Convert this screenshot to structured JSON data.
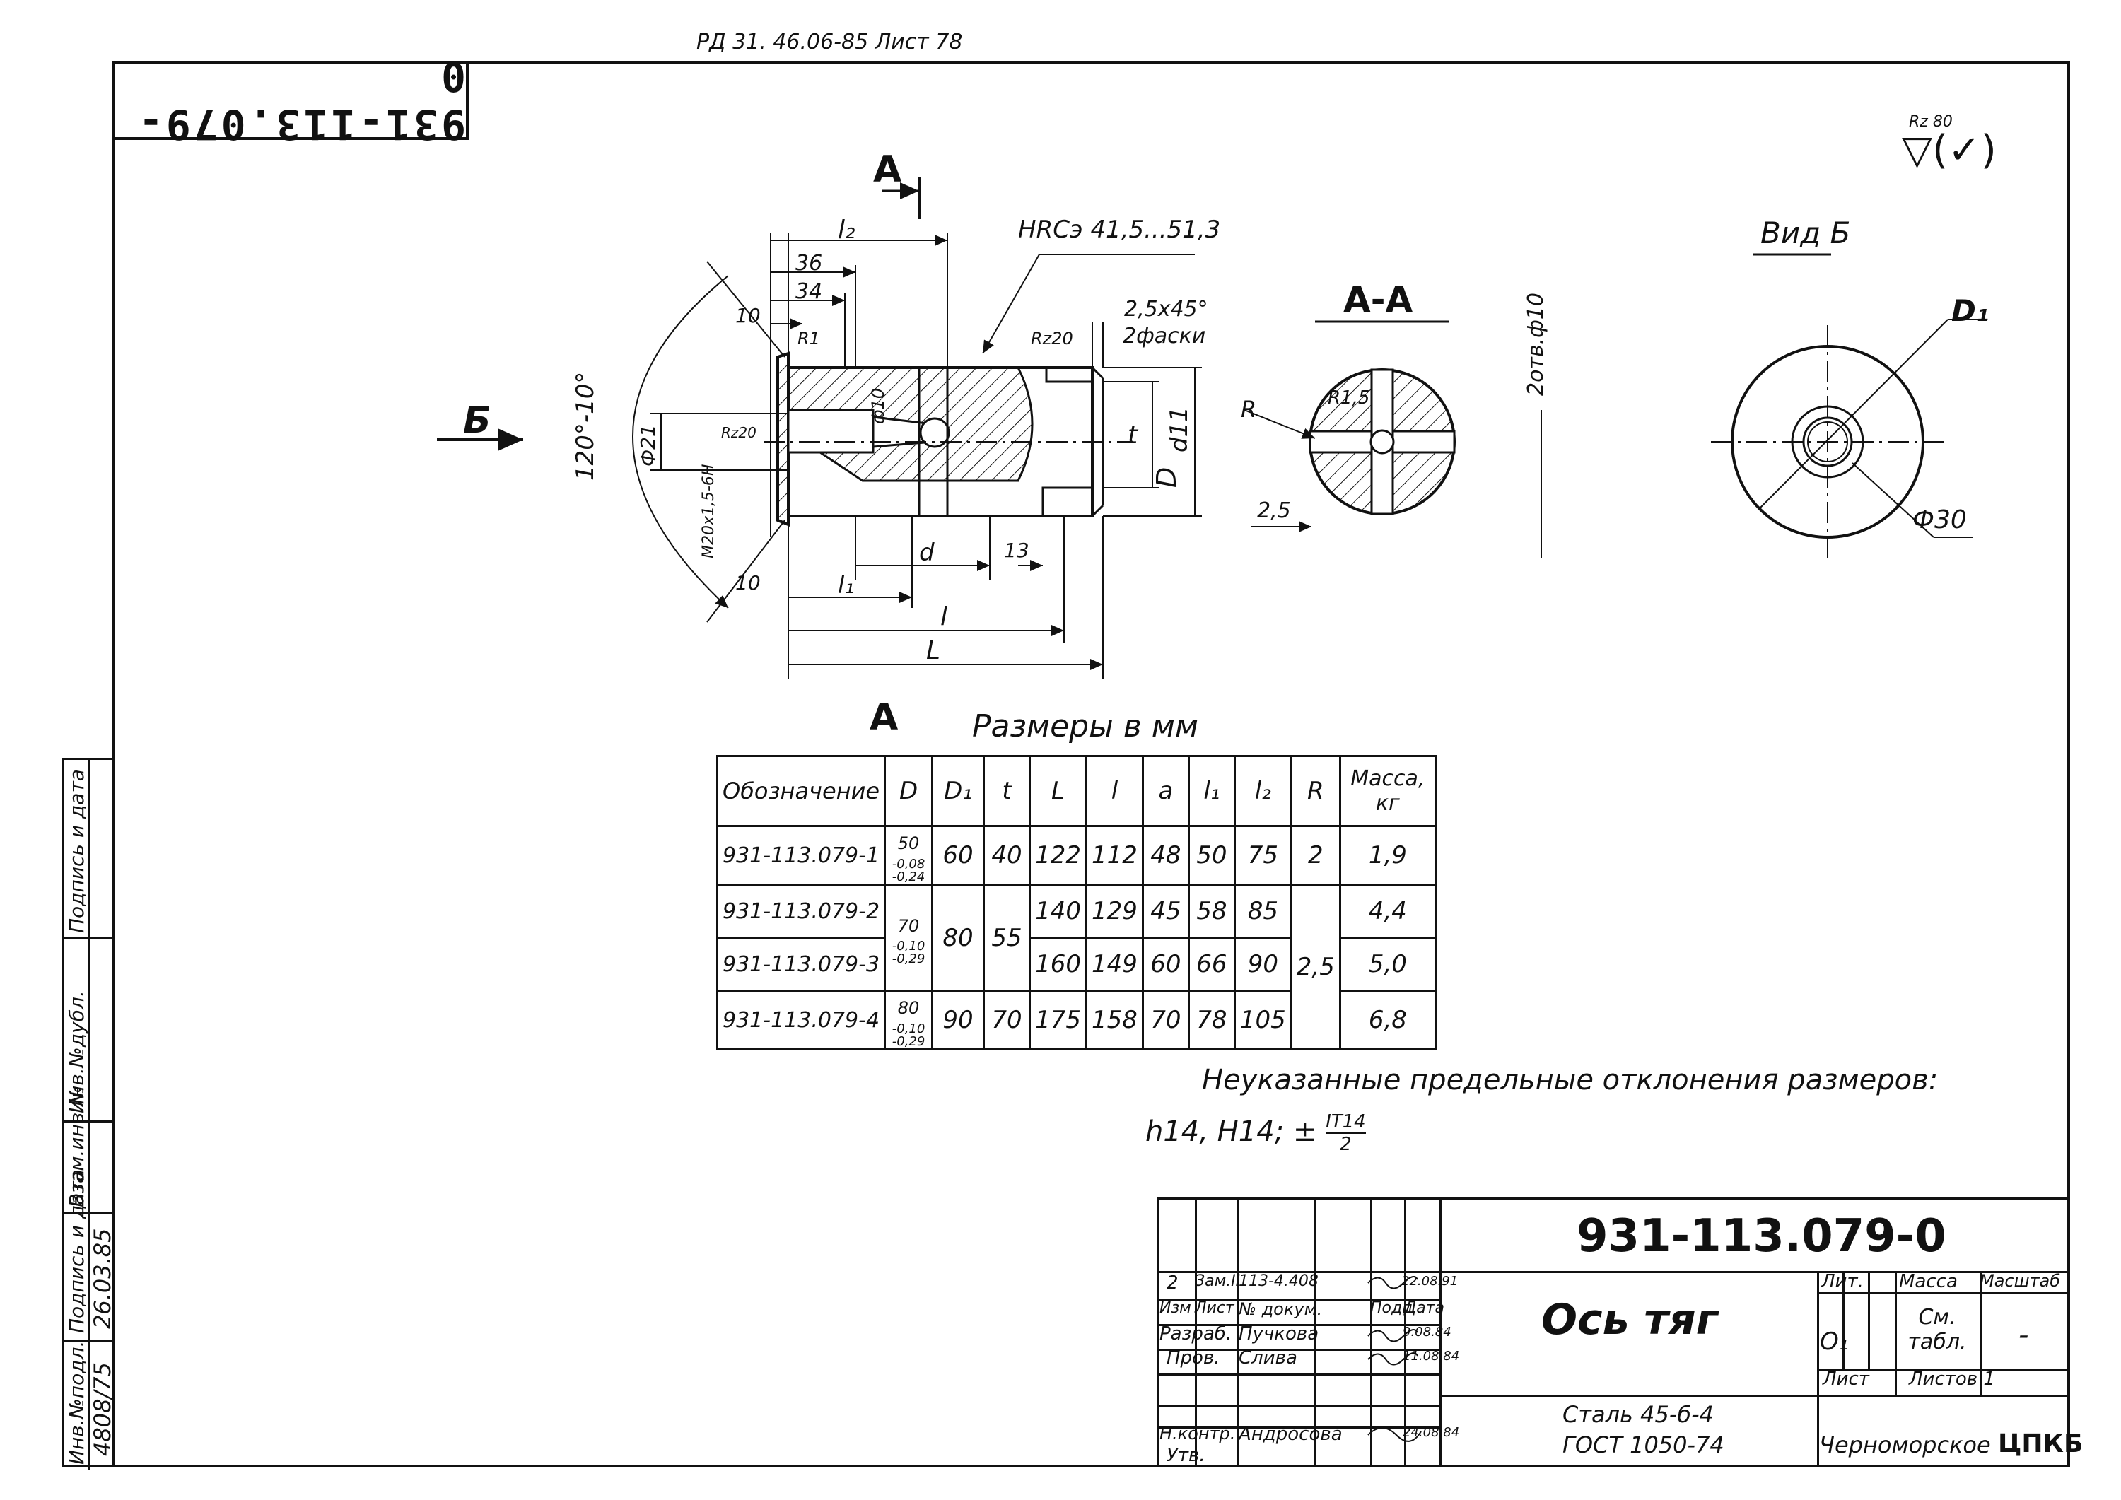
{
  "header": {
    "doc_ref": "РД 31. 46.06-85 Лист 78"
  },
  "stamp_top_left": "931-113.079-0",
  "roughness": {
    "value": "Rz 80",
    "symbol": "▽(✓)"
  },
  "drawing": {
    "section_mark": "А",
    "view_mark": "Б",
    "hardness": "HRCэ 41,5...51,3",
    "chamfer": "2,5х45°",
    "chamfer_note": "2фаски",
    "roughness_rz20": "Rz20",
    "roughness_rz20_b": "Rz20",
    "dim_36": "36",
    "dim_34": "34",
    "dim_10_top": "10",
    "dim_10_bottom": "10",
    "dim_13": "13",
    "dim_r1": "R1",
    "dim_phi10": "ф10",
    "dim_phi21": "Ф21",
    "thread": "M20x1,5-6H",
    "angle": "120°-10°",
    "label_l2": "l₂",
    "label_l1": "l₁",
    "label_l": "l",
    "label_L": "L",
    "label_d": "d",
    "label_t": "t",
    "label_D": "D",
    "label_d11": "d11",
    "section_title": "А-А",
    "holes_note": "2отв.ф10",
    "label_R": "R",
    "dim_R15": "R1,5",
    "dim_25": "2,5",
    "view_title": "Вид Б",
    "label_D1": "D₁",
    "dim_phi30": "Ф30"
  },
  "table": {
    "title": "Размеры в мм",
    "headers": [
      "Обозначение",
      "D",
      "D₁",
      "t",
      "L",
      "l",
      "a",
      "l₁",
      "l₂",
      "R",
      "Масса, кг"
    ],
    "rows": [
      {
        "name": "931-113.079-1",
        "D": "50",
        "D_tol_up": "-0,08",
        "D_tol_lo": "-0,24",
        "D1": "60",
        "t": "40",
        "L": "122",
        "l": "112",
        "a": "48",
        "l1": "50",
        "l2": "75",
        "R": "2",
        "mass": "1,9"
      },
      {
        "name": "931-113.079-2",
        "D": "70",
        "D_tol_up": "-0,10",
        "D_tol_lo": "-0,29",
        "D1": "80",
        "t": "55",
        "L": "140",
        "l": "129",
        "a": "45",
        "l1": "58",
        "l2": "85",
        "R": "2,5",
        "mass": "4,4"
      },
      {
        "name": "931-113.079-3",
        "L": "160",
        "l": "149",
        "a": "60",
        "l1": "66",
        "l2": "90",
        "mass": "5,0"
      },
      {
        "name": "931-113.079-4",
        "D": "80",
        "D_tol_up": "-0,10",
        "D_tol_lo": "-0,29",
        "D1": "90",
        "t": "70",
        "L": "175",
        "l": "158",
        "a": "70",
        "l1": "78",
        "l2": "105",
        "mass": "6,8"
      }
    ]
  },
  "note": {
    "line1": "Неуказанные предельные отклонения размеров:",
    "line2": "h14, H14; ±",
    "frac_num": "IT14",
    "frac_den": "2"
  },
  "title_block": {
    "doc_number": "931-113.079-0",
    "part_name": "Ось тяг",
    "material_line1": "Сталь 45-б-4",
    "material_line2": "ГОСТ 1050-74",
    "org": "Черноморское",
    "org_logo": "ЦПКБ",
    "lit_label": "Лит.",
    "mass_label": "Масса",
    "scale_label": "Масштаб",
    "lit_value": "O₁",
    "mass_value": "См. табл.",
    "scale_value": "-",
    "sheet_label": "Лист",
    "sheets_label": "Листов 1",
    "rev_row": {
      "izm": "2",
      "list": "Зам.II",
      "doc": "113-4.408",
      "date": "22.08.91"
    },
    "col_labels": {
      "izm": "Изм",
      "list": "Лист",
      "doc": "№ докум.",
      "sign": "Подп.",
      "date": "Дата"
    },
    "razrab": {
      "role": "Разраб.",
      "name": "Пучкова",
      "date": "9.08.84"
    },
    "prov": {
      "role": "Пров.",
      "name": "Слива",
      "date": "11.08.84"
    },
    "nkontr": {
      "role": "Н.контр.",
      "name": "Андросова",
      "date": "24.08.84"
    },
    "utv": {
      "role": "Утв."
    }
  },
  "side_strip": {
    "inv_podl": "Инв.№подл.",
    "podp_data": "Подпись и дата",
    "vzam": "Взам.инв.№",
    "inv_dubl": "Инв.№дубл.",
    "podp_data2": "Подпись и дата",
    "inv_value": "4808/75",
    "date_value": "26.03.85"
  }
}
